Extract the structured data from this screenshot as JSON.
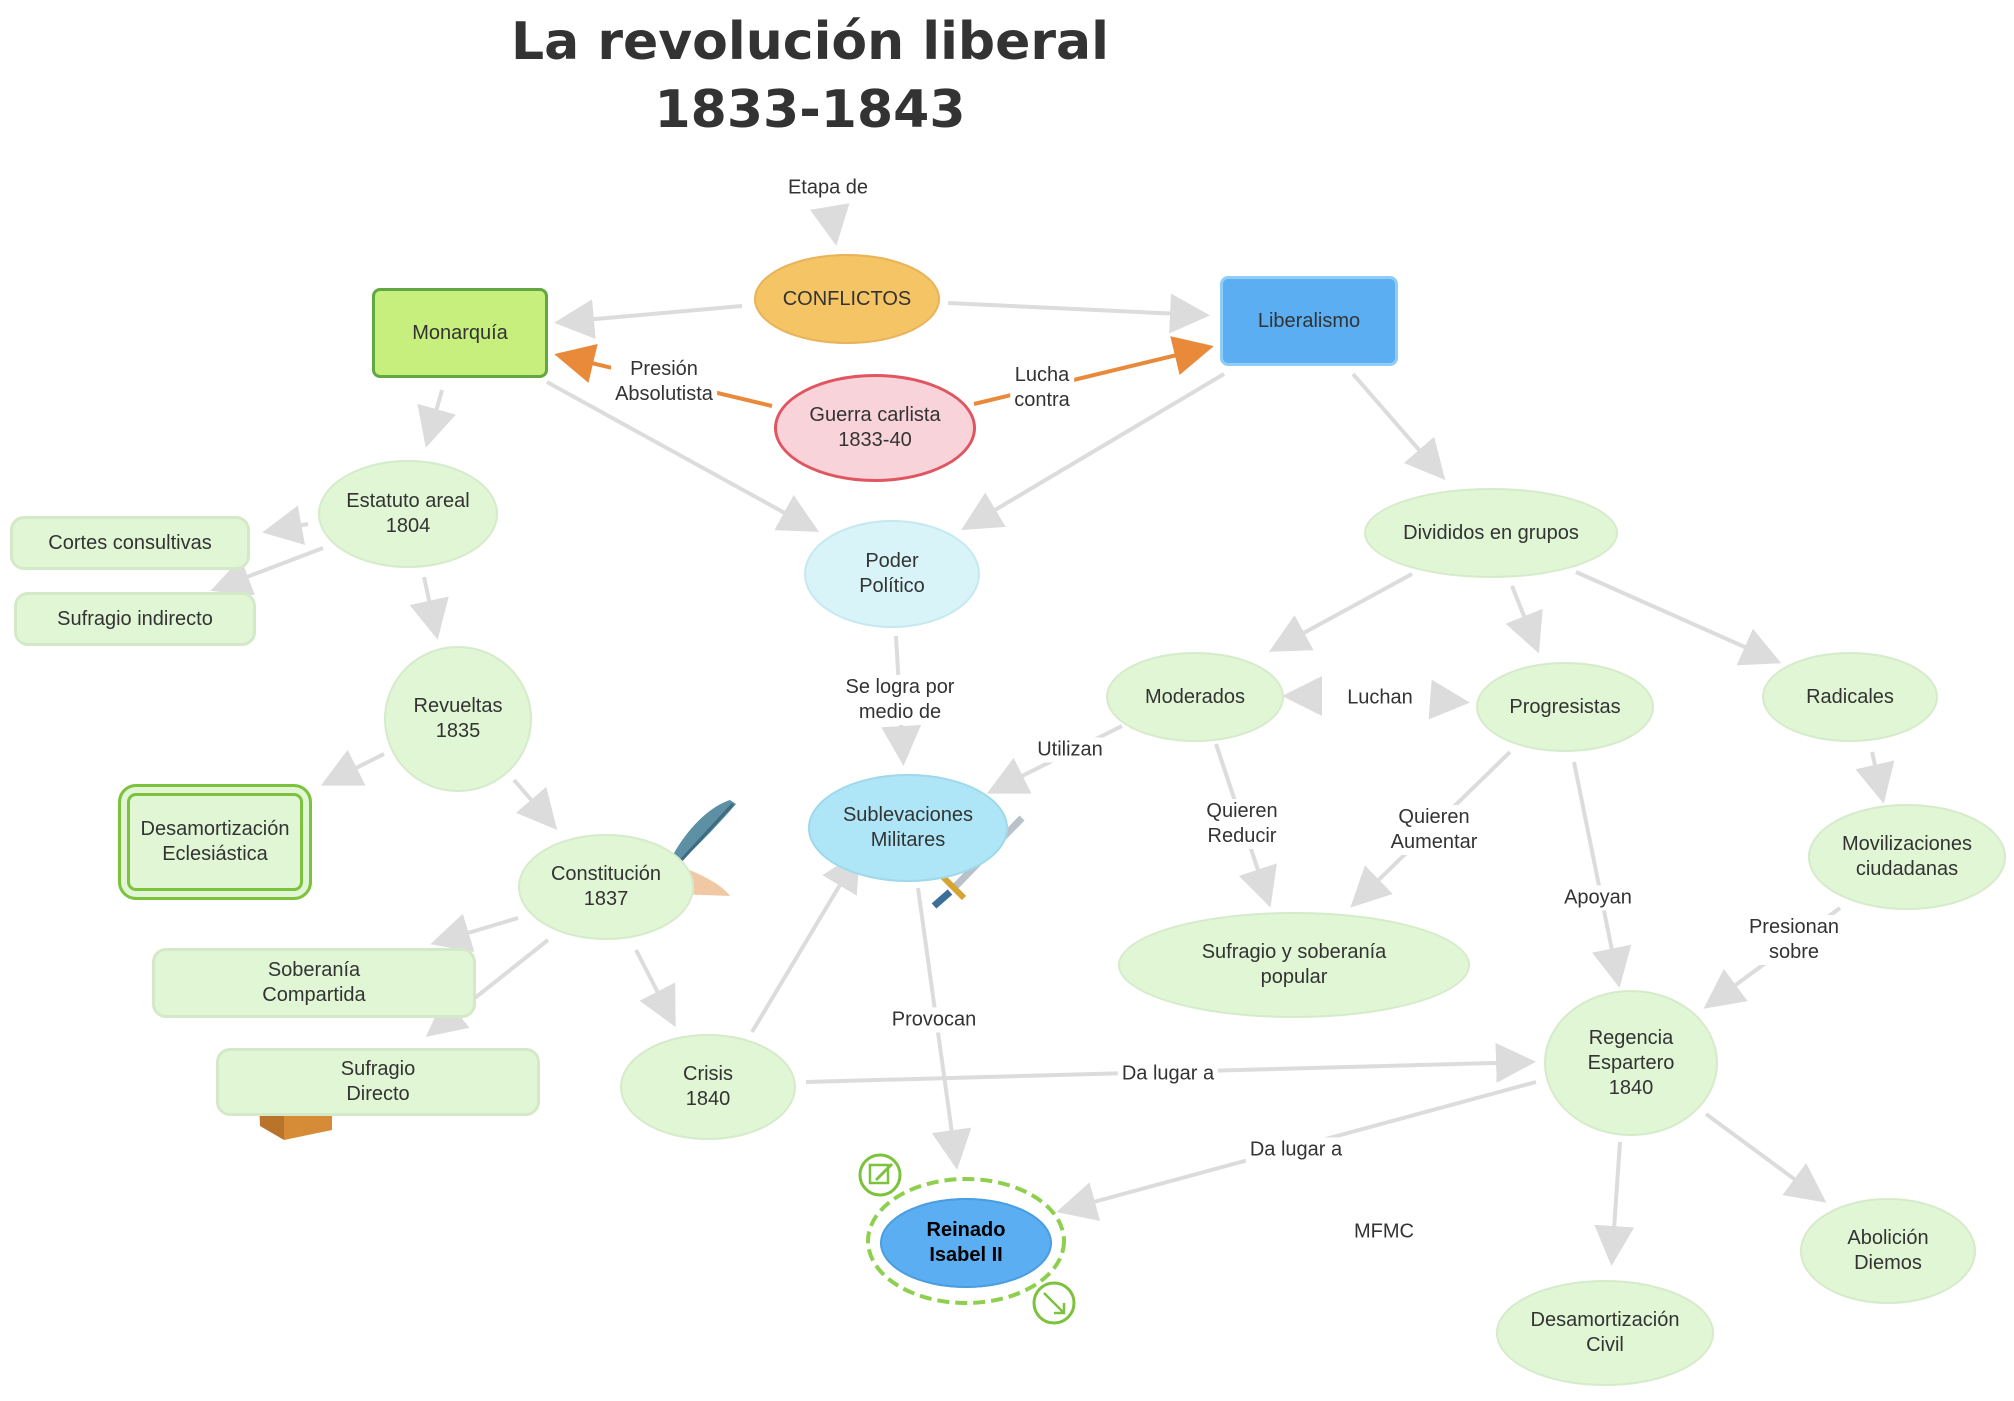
{
  "title": {
    "line1": "La revolución liberal",
    "line2": "1833-1843"
  },
  "nodes": {
    "conflictos": "CONFLICTOS",
    "monarquia": "Monarquía",
    "liberalismo": "Liberalismo",
    "guerra": "Guerra carlista\n1833-40",
    "estatuto": "Estatuto areal\n1804",
    "cortes": "Cortes consultivas",
    "sufragio_indirecto": "Sufragio indirecto",
    "poder": "Poder\nPolítico",
    "divididos": "Divididos en grupos",
    "revueltas": "Revueltas\n1835",
    "desamort_ecles": "Desamortización\nEclesiástica",
    "constitucion": "Constitución\n1837",
    "soberania_comp": "Soberanía\nCompartida",
    "sufragio_directo": "Sufragio\nDirecto",
    "crisis": "Crisis\n1840",
    "sublevaciones": "Sublevaciones\nMilitares",
    "moderados": "Moderados",
    "progresistas": "Progresistas",
    "radicales": "Radicales",
    "sufragio_soberania": "Sufragio y soberanía\npopular",
    "movilizaciones": "Movilizaciones\nciudadanas",
    "regencia": "Regencia\nEspartero\n1840",
    "reinado": "Reinado\nIsabel II",
    "desamort_civil": "Desamortización\nCivil",
    "abolicion": "Abolición\nDiemos",
    "mfmc": "MFMC"
  },
  "links": {
    "etapa_de": "Etapa de",
    "presion": "Presión\nAbsolutista",
    "lucha_contra": "Lucha\ncontra",
    "se_logra": "Se logra por\nmedio de",
    "luchan": "Luchan",
    "utilizan": "Utilizan",
    "quieren_reducir": "Quieren\nReducir",
    "quieren_aumentar": "Quieren\nAumentar",
    "apoyan": "Apoyan",
    "presionan": "Presionan\nsobre",
    "provocan": "Provocan",
    "da_lugar_1": "Da lugar a",
    "da_lugar_2": "Da lugar a"
  },
  "colors": {
    "conflictos": "#f4c465",
    "monarquia": "#c6ef7e",
    "liberalismo": "#5aaef1",
    "guerra": "#f8d3da",
    "poder": "#d8f4f9",
    "sublevaciones": "#aee6f7",
    "reinado": "#5aaef1",
    "green_node": "#e0f6d4",
    "arrow_grey": "#dcdcdc",
    "arrow_orange": "#e98a3a"
  },
  "icons": [
    "quill-pen-icon",
    "sword-icon",
    "ballot-box-icon",
    "edit-icon",
    "resize-icon"
  ]
}
